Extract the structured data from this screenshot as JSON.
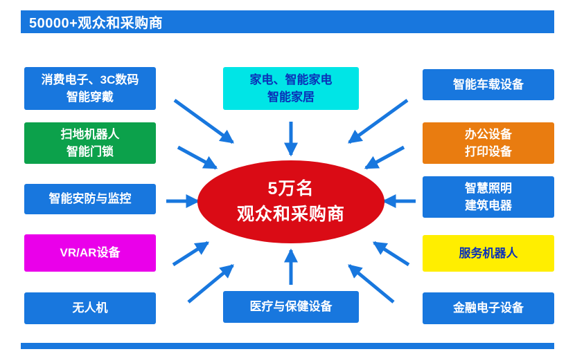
{
  "colors": {
    "arrow": "#1877de",
    "blue": "#1877de",
    "green": "#0ca14b",
    "cyan": "#00e5e6",
    "magenta": "#ea00ea",
    "orange": "#e97c10",
    "yellow": "#ffee00",
    "red": "#da0b15",
    "dark_blue_text": "#0a31b8"
  },
  "header": {
    "label": "50000+观众和采购商",
    "bg": "#1877de"
  },
  "footer": {
    "bg": "#1877de"
  },
  "center": {
    "line1": "5万名",
    "line2": "观众和采购商",
    "bg": "#da0b15"
  },
  "boxes": {
    "left": [
      {
        "lines": [
          "消费电子、3C数码",
          "智能穿戴"
        ],
        "bg": "#1877de",
        "color": "#ffffff"
      },
      {
        "lines": [
          "扫地机器人",
          "智能门锁"
        ],
        "bg": "#0ca14b",
        "color": "#ffffff"
      },
      {
        "lines": [
          "智能安防与监控"
        ],
        "bg": "#1877de",
        "color": "#ffffff"
      },
      {
        "lines": [
          "VR/AR设备"
        ],
        "bg": "#ea00ea",
        "color": "#ffffff"
      },
      {
        "lines": [
          "无人机"
        ],
        "bg": "#1877de",
        "color": "#ffffff"
      }
    ],
    "top": {
      "lines": [
        "家电、智能家电",
        "智能家居"
      ],
      "bg": "#00e5e6",
      "color": "#0a31b8"
    },
    "bottom": {
      "lines": [
        "医疗与保健设备"
      ],
      "bg": "#1877de",
      "color": "#ffffff"
    },
    "right": [
      {
        "lines": [
          "智能车载设备"
        ],
        "bg": "#1877de",
        "color": "#ffffff"
      },
      {
        "lines": [
          "办公设备",
          "打印设备"
        ],
        "bg": "#e97c10",
        "color": "#ffffff"
      },
      {
        "lines": [
          "智慧照明",
          "建筑电器"
        ],
        "bg": "#1877de",
        "color": "#ffffff"
      },
      {
        "lines": [
          "服务机器人"
        ],
        "bg": "#ffee00",
        "color": "#0a31b8"
      },
      {
        "lines": [
          "金融电子设备"
        ],
        "bg": "#1877de",
        "color": "#ffffff"
      }
    ]
  }
}
